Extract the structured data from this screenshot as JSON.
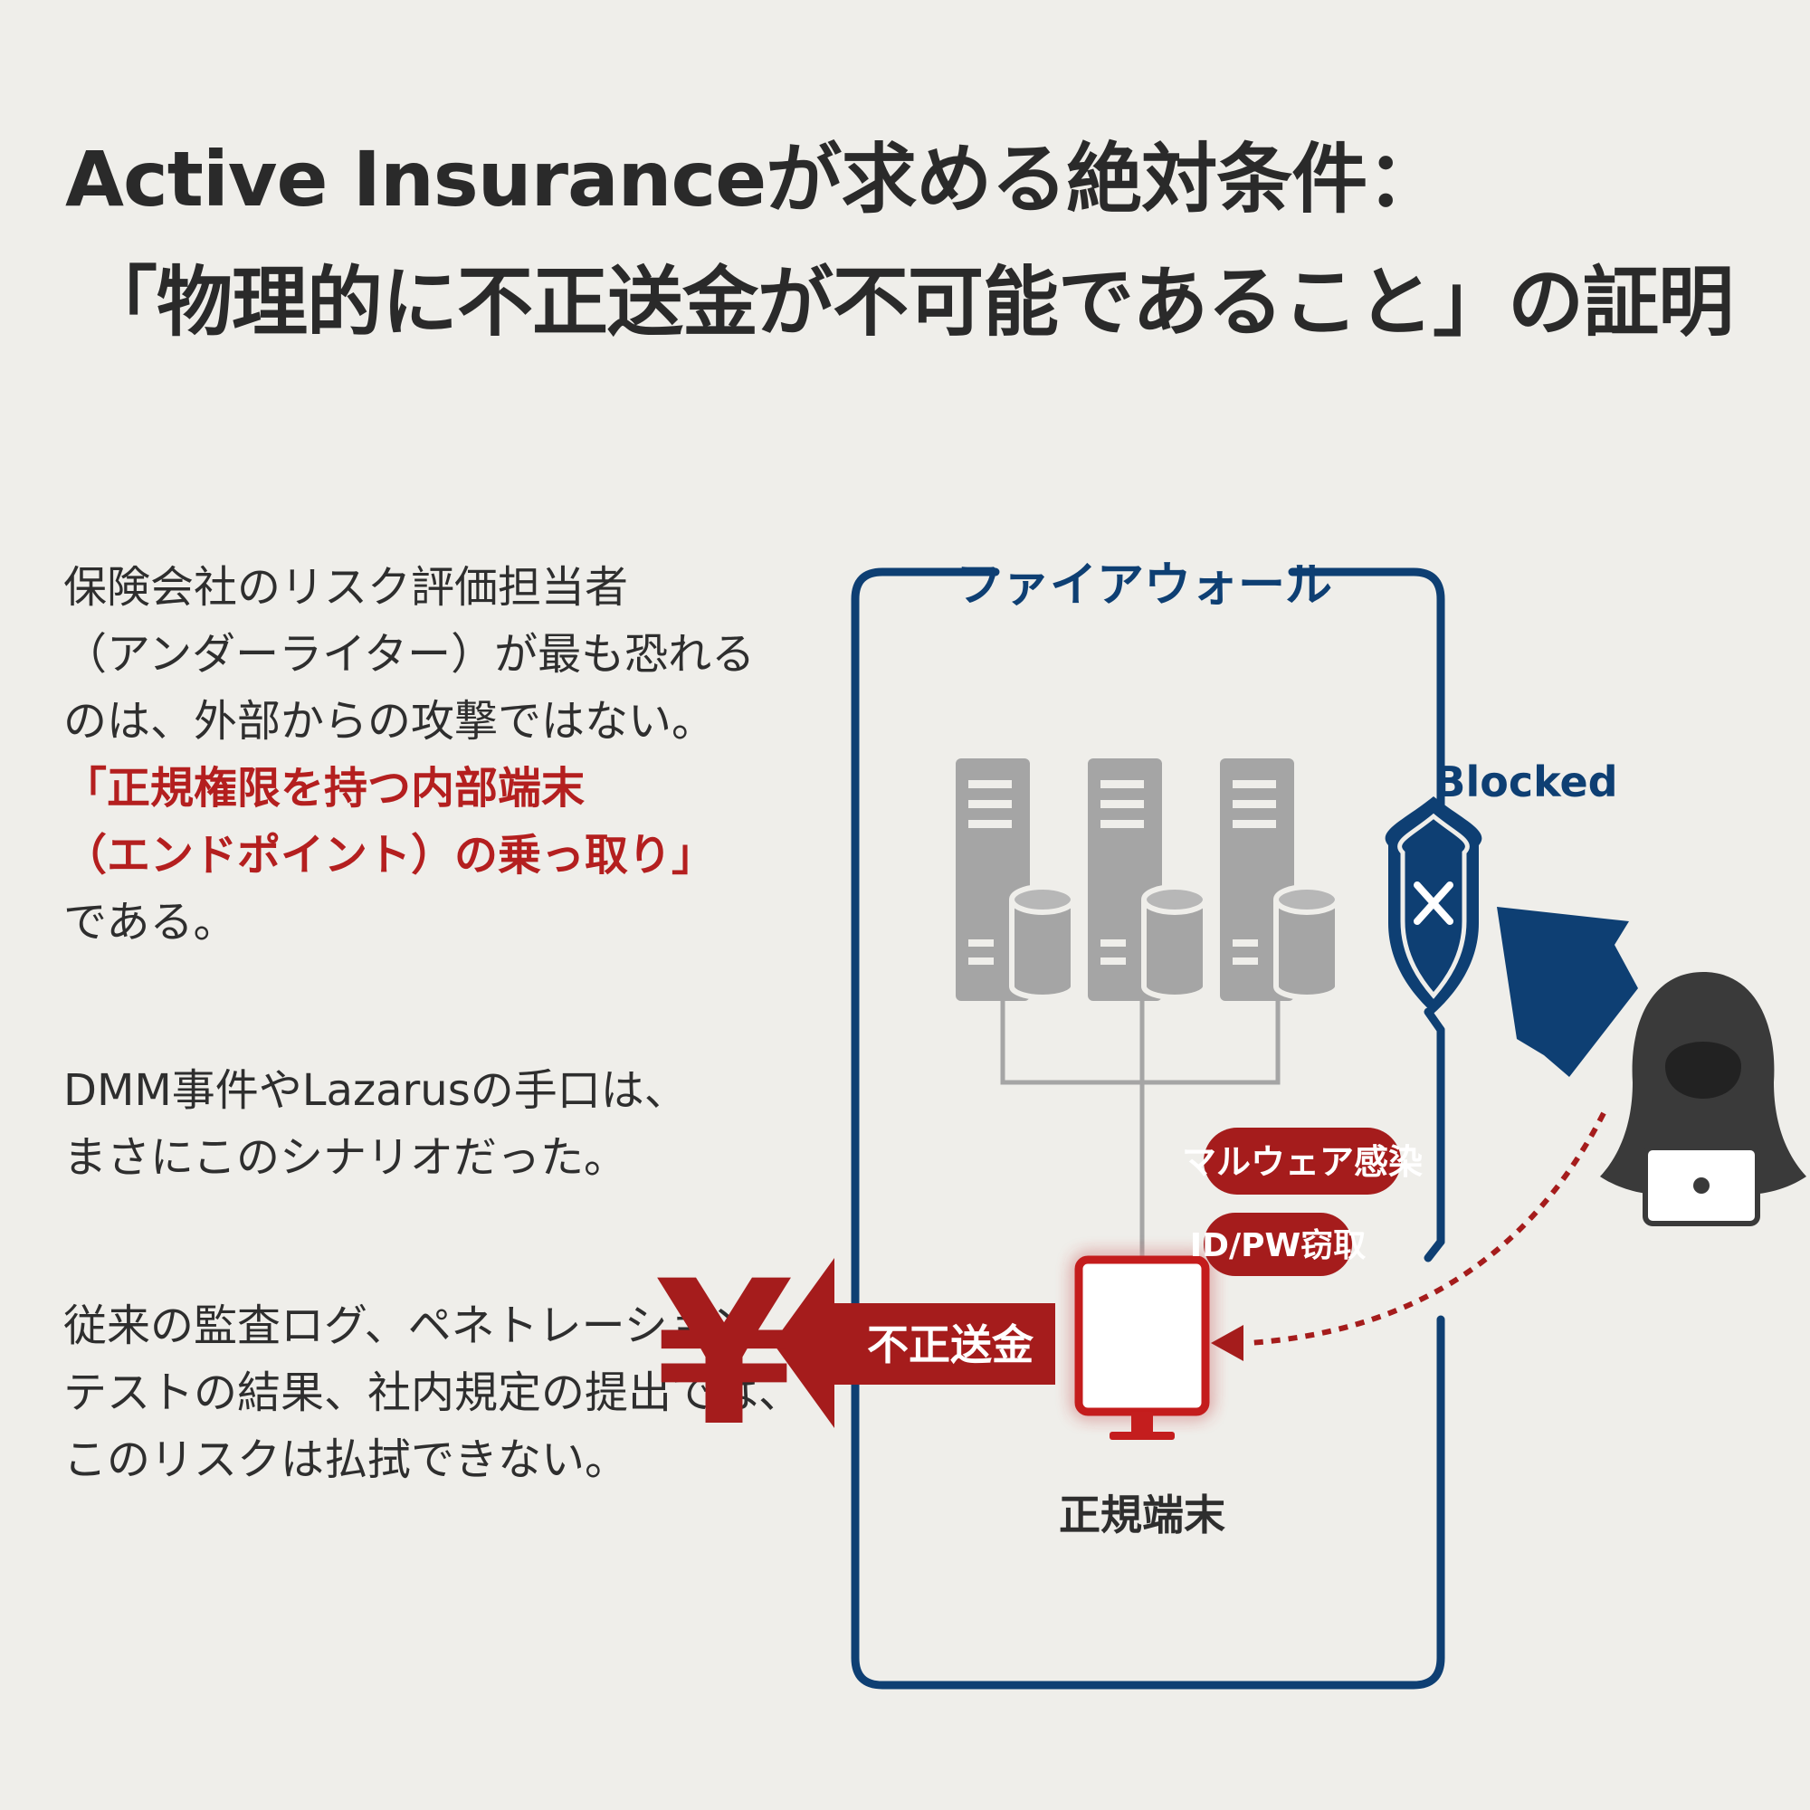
{
  "title": {
    "line1": "Active Insuranceが求める絶対条件：",
    "line2": "「物理的に不正送金が不可能であること」の証明"
  },
  "body": {
    "paragraph1": {
      "line1": "保険会社のリスク評価担当者",
      "line2": "（アンダーライター）が最も恐れる",
      "line3": "のは、外部からの攻撃ではない。",
      "highlight1": "「正規権限を持つ内部端末",
      "highlight2": "（エンドポイント）の乗っ取り」",
      "line4": "である。"
    },
    "paragraph2": {
      "line1": "DMM事件やLazarusの手口は、",
      "line2": "まさにこのシナリオだった。"
    },
    "paragraph3": {
      "line1": "従来の監査ログ、ペネトレーション",
      "line2": "テストの結果、社内規定の提出では、",
      "line3": "このリスクは払拭できない。"
    }
  },
  "diagram": {
    "firewall_label": "ファイアウォール",
    "blocked_label": "Blocked",
    "malware_label": "マルウェア感染",
    "idpw_label": "ID/PW窃取",
    "transfer_label": "不正送金",
    "terminal_label": "正規端末",
    "yen_symbol": "¥",
    "server_count": 3,
    "colors": {
      "navy": "#0e3f73",
      "red": "#a51c1c",
      "gray": "#a5a5a5",
      "dark": "#3a3a3a"
    },
    "icons": [
      "server-icon",
      "shield-x-icon",
      "hacker-icon",
      "monitor-icon",
      "yen-icon"
    ]
  }
}
